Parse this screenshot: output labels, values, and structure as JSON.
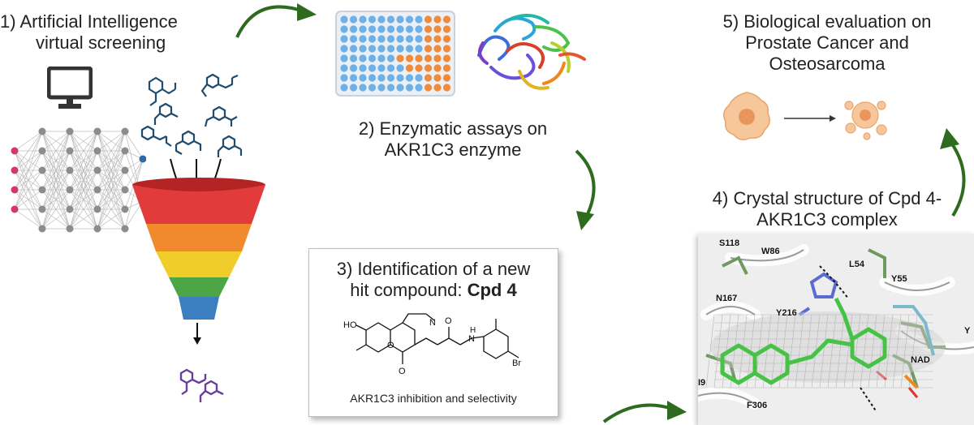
{
  "step1": {
    "line1": "1)  Artificial Intelligence",
    "line2": "virtual screening"
  },
  "step2": {
    "line1": "2) Enzymatic assays on",
    "line2": "AKR1C3 enzyme"
  },
  "step3": {
    "line1": "3) Identification of a new",
    "line2_prefix": "hit compound: ",
    "line2_bold": "Cpd 4",
    "footer": "AKR1C3 inhibition and selectivity"
  },
  "step4": {
    "line1": "4) Crystal structure of Cpd 4-",
    "line2": "AKR1C3 complex"
  },
  "step5": {
    "line1": "5) Biological evaluation on",
    "line2": "Prostate Cancer and",
    "line3": "Osteosarcoma"
  },
  "molecule_atoms": {
    "ho": "HO",
    "n1": "N",
    "h": "H",
    "n2": "N",
    "o1": "O",
    "o2": "O",
    "o3": "O",
    "br": "Br"
  },
  "residues": {
    "s118": "S118",
    "w86": "W86",
    "l54": "L54",
    "y55": "Y55",
    "n167": "N167",
    "y216": "Y216",
    "nad": "NAD",
    "i9": "I9",
    "f306": "F306",
    "y": "Y"
  },
  "colors": {
    "arrow": "#2e6b1e",
    "red": "#e23b3b",
    "orange": "#f08a2c",
    "yellow": "#f1cd2c",
    "green": "#4ca646",
    "blue": "#3c7fc0",
    "ligand": "#47c247",
    "molecule_blue": "#1f4b6e",
    "molecule_purple": "#6a3ea1"
  }
}
